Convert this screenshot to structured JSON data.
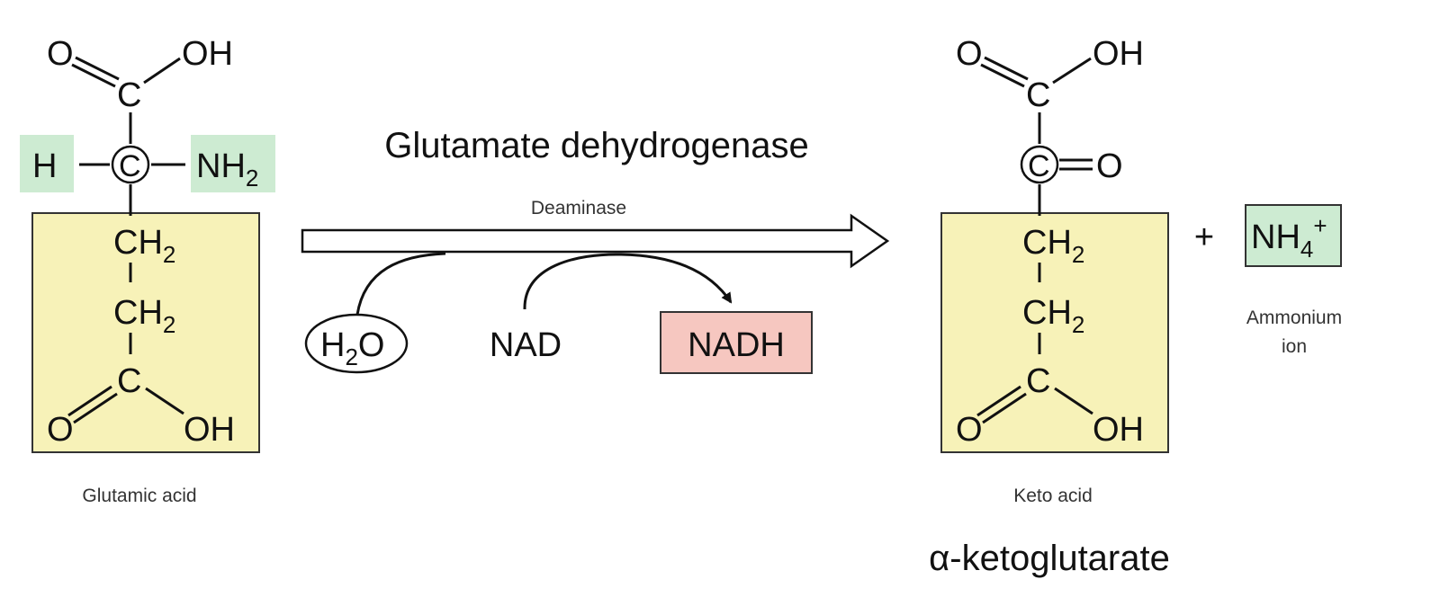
{
  "enzyme": {
    "name": "Glutamate dehydrogenase",
    "type": "Deaminase"
  },
  "reactant": {
    "label": "Glutamic acid",
    "atoms": {
      "O": "O",
      "OH": "OH",
      "C": "C",
      "H": "H",
      "N": "NH",
      "two": "2",
      "CH": "CH"
    }
  },
  "cofactors": {
    "water": "H",
    "water_sub": "2",
    "water_o": "O",
    "nad": "NAD",
    "nadh": "NADH"
  },
  "product": {
    "label": "Keto acid",
    "name": "α-ketoglutarate",
    "keto_o": "O"
  },
  "byproduct": {
    "plus": "+",
    "formula": "NH",
    "sub": "4",
    "sup": "+",
    "label_line1": "Ammonium",
    "label_line2": "ion"
  },
  "colors": {
    "side_chain": "#f7f2b8",
    "amino": "#cdebd2",
    "ammonium": "#cdebd2",
    "nadh": "#f6c7c0",
    "box_stroke": "#333333"
  }
}
